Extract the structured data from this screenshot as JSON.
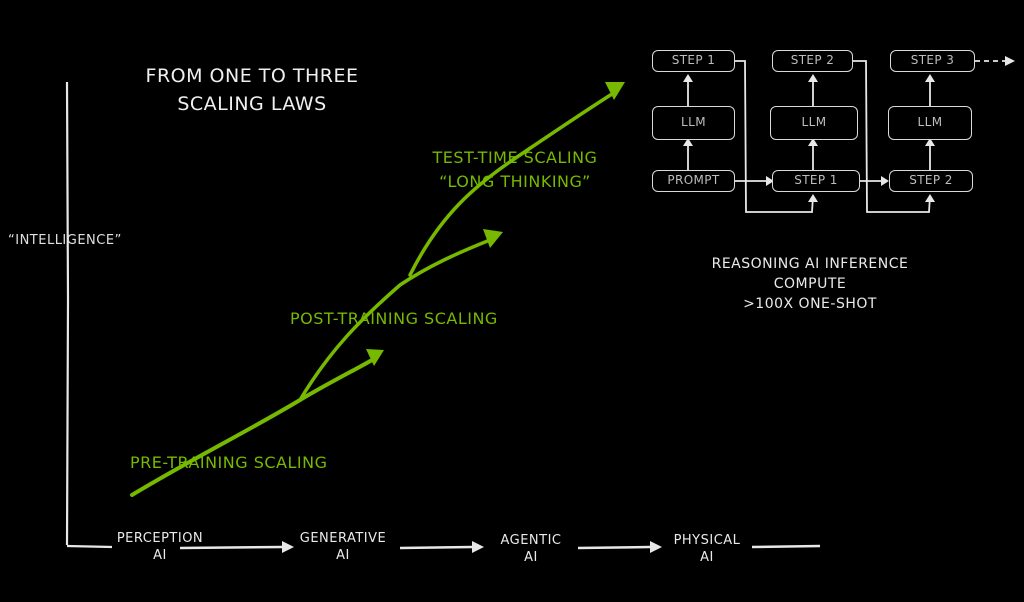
{
  "title": {
    "line1": "FROM ONE TO THREE",
    "line2": "SCALING LAWS"
  },
  "y_axis_label": "“INTELLIGENCE”",
  "scaling_laws": {
    "pre_training": "PRE-TRAINING SCALING",
    "post_training": "POST-TRAINING SCALING",
    "test_time_line1": "TEST-TIME SCALING",
    "test_time_line2": "“LONG THINKING”"
  },
  "x_axis_stages": [
    {
      "line1": "PERCEPTION",
      "line2": "AI"
    },
    {
      "line1": "GENERATIVE",
      "line2": "AI"
    },
    {
      "line1": "AGENTIC",
      "line2": "AI"
    },
    {
      "line1": "PHYSICAL",
      "line2": "AI"
    }
  ],
  "inference_diagram": {
    "step1": "STEP 1",
    "step2": "STEP 2",
    "step3": "STEP 3",
    "llm": "LLM",
    "prompt": "PROMPT",
    "caption_line1": "REASONING AI INFERENCE",
    "caption_line2": "COMPUTE",
    "caption_line3": ">100X ONE-SHOT"
  },
  "colors": {
    "accent_green": "#76b900",
    "chalk": "#e8e8e8",
    "background": "#000000"
  }
}
